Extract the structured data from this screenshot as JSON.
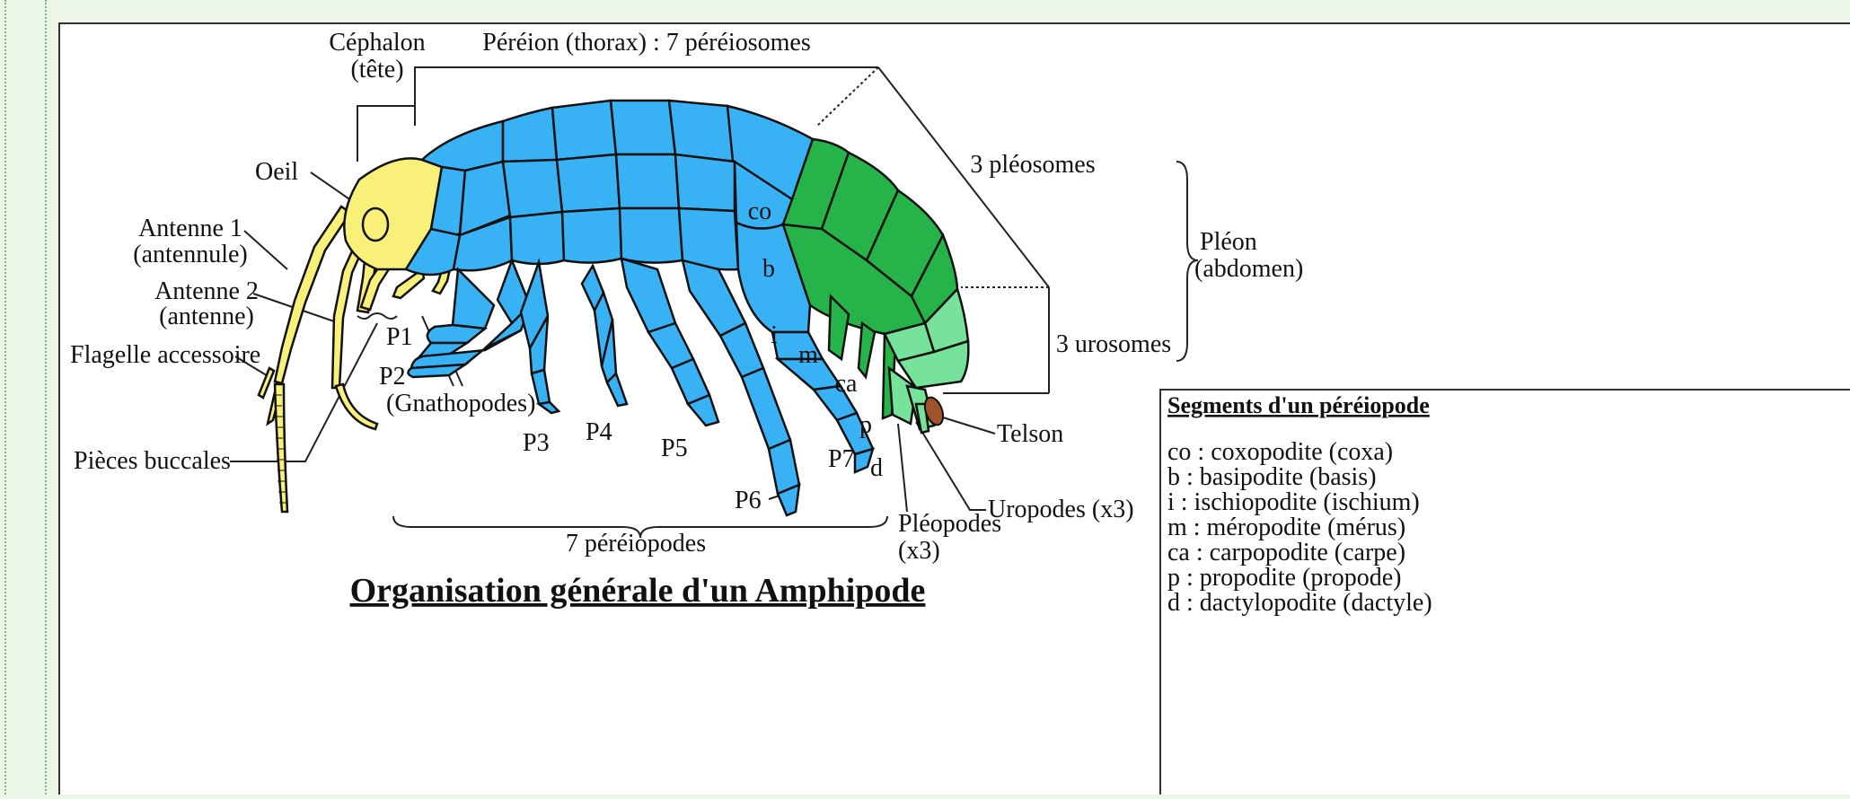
{
  "title": "Organisation générale d'un Amphipode",
  "labels": {
    "cephalon_line1": "Céphalon",
    "cephalon_line2": "(tête)",
    "pereion": "Péréion (thorax) : 7 péréiosomes",
    "pleosomes": "3 pléosomes",
    "pleon_line1": "Pléon",
    "pleon_line2": "(abdomen)",
    "urosomes": "3 urosomes",
    "oeil": "Oeil",
    "antenne1_line1": "Antenne 1",
    "antenne1_line2": "(antennule)",
    "antenne2_line1": "Antenne 2",
    "antenne2_line2": "(antenne)",
    "flagelle": "Flagelle accessoire",
    "pieces_buccales": "Pièces buccales",
    "p1": "P1",
    "p2": "P2",
    "gnathopodes": "(Gnathopodes)",
    "p3": "P3",
    "p4": "P4",
    "p5": "P5",
    "p6": "P6",
    "p7": "P7",
    "pereiopodes": "7 péréiopodes",
    "pleopodes_line1": "Pléopodes",
    "pleopodes_line2": "(x3)",
    "uropodes": "Uropodes (x3)",
    "telson": "Telson",
    "seg_co": "co",
    "seg_b": "b",
    "seg_i": "i",
    "seg_m": "m",
    "seg_ca": "ca",
    "seg_p": "p",
    "seg_d": "d"
  },
  "legend": {
    "title": "Segments d'un péréiopode",
    "items": [
      "co : coxopodite (coxa)",
      "b  : basipodite (basis)",
      "i   : ischiopodite (ischium)",
      "m  : méropodite (mérus)",
      "ca : carpopodite (carpe)",
      "p  : propodite (propode)",
      "d  : dactylopodite (dactyle)"
    ]
  },
  "colors": {
    "background": "#ebf6e7",
    "panel": "#ffffff",
    "pereion": "#39b1f5",
    "cephalon": "#f9f07a",
    "pleosomes": "#25b34a",
    "urosomes": "#76e29a",
    "telson": "#a0522d"
  }
}
